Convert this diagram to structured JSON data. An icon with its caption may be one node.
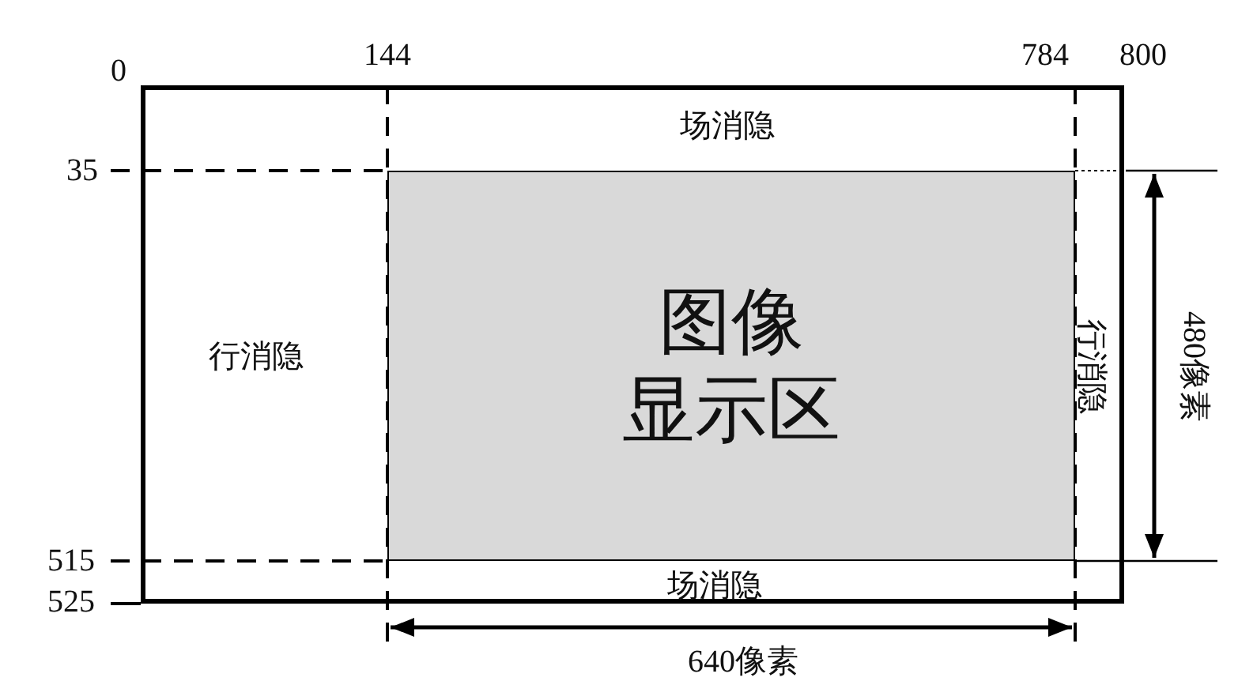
{
  "diagram": {
    "nodes": [
      {
        "text": [],
        "shape": "box"
      },
      {
        "text": [
          "图像显示区"
        ],
        "in": 0
      }
    ],
    "labels": [
      "0",
      "144",
      "784",
      "800",
      "35",
      "515",
      "525",
      "场消隐",
      "行消隐",
      "行消隐",
      "场消隐",
      "480像素",
      "640像素"
    ]
  }
}
